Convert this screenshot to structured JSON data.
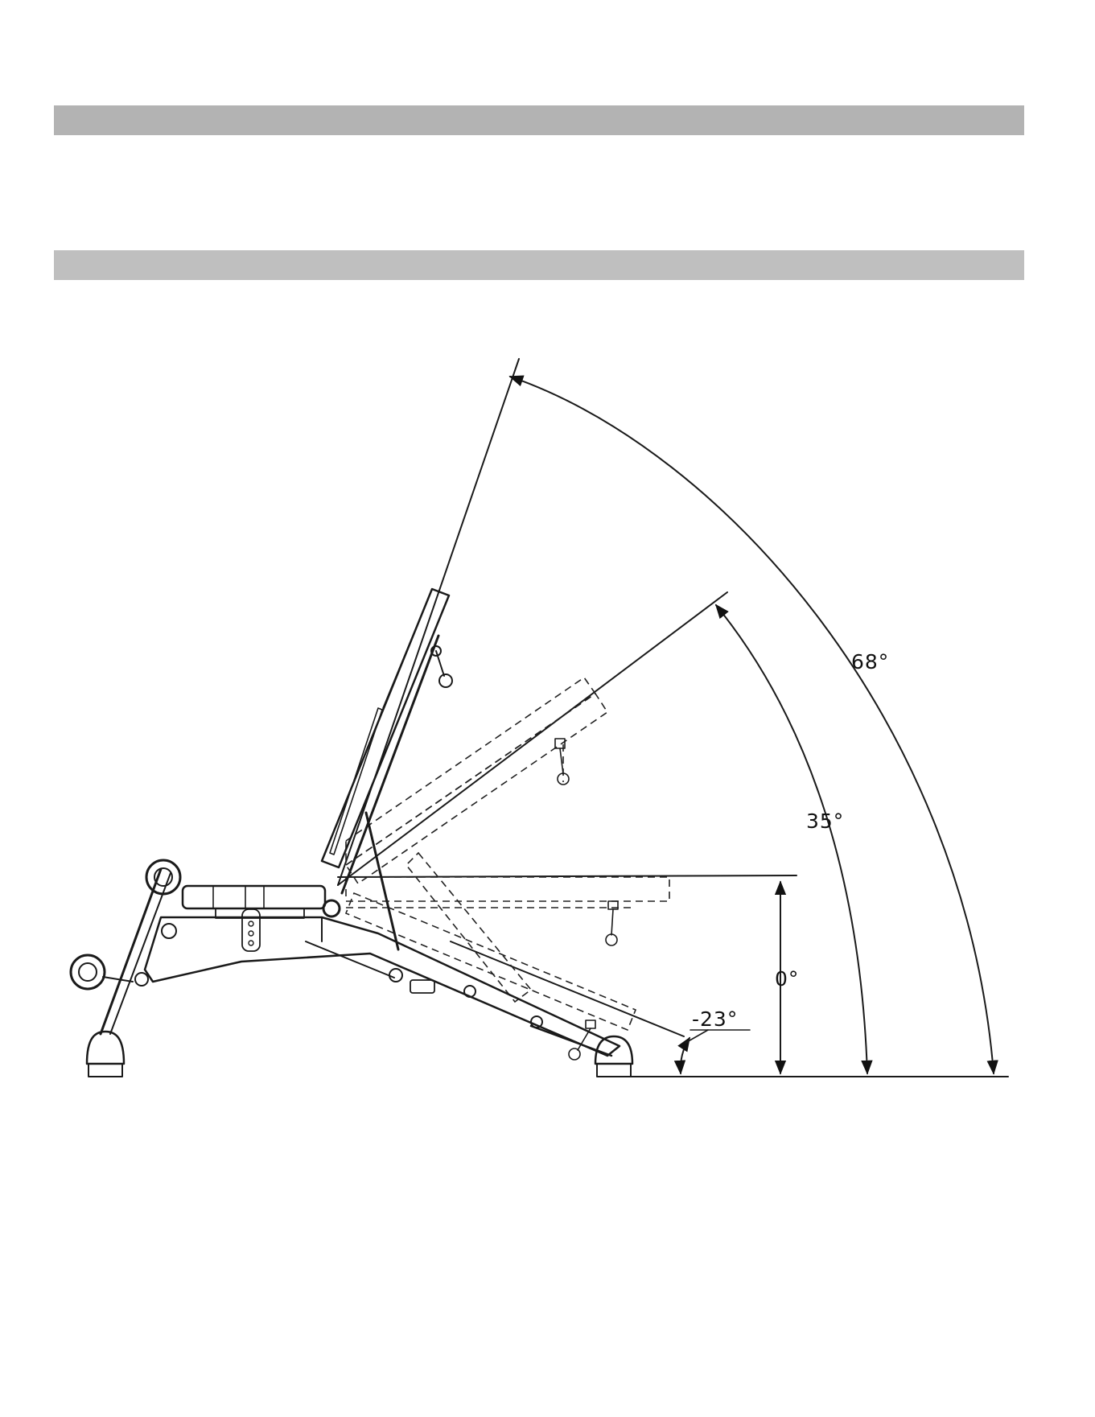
{
  "diagram": {
    "angles": [
      {
        "id": "decline",
        "label": "-23°",
        "value": -23
      },
      {
        "id": "flat",
        "label": "0°",
        "value": 0
      },
      {
        "id": "incline",
        "label": "35°",
        "value": 35
      },
      {
        "id": "upright",
        "label": "68°",
        "value": 68
      }
    ],
    "colors": {
      "header_bar": "#b3b3b3",
      "section_bar": "#bfbfbf",
      "line_art": "#1a1a1a"
    }
  }
}
